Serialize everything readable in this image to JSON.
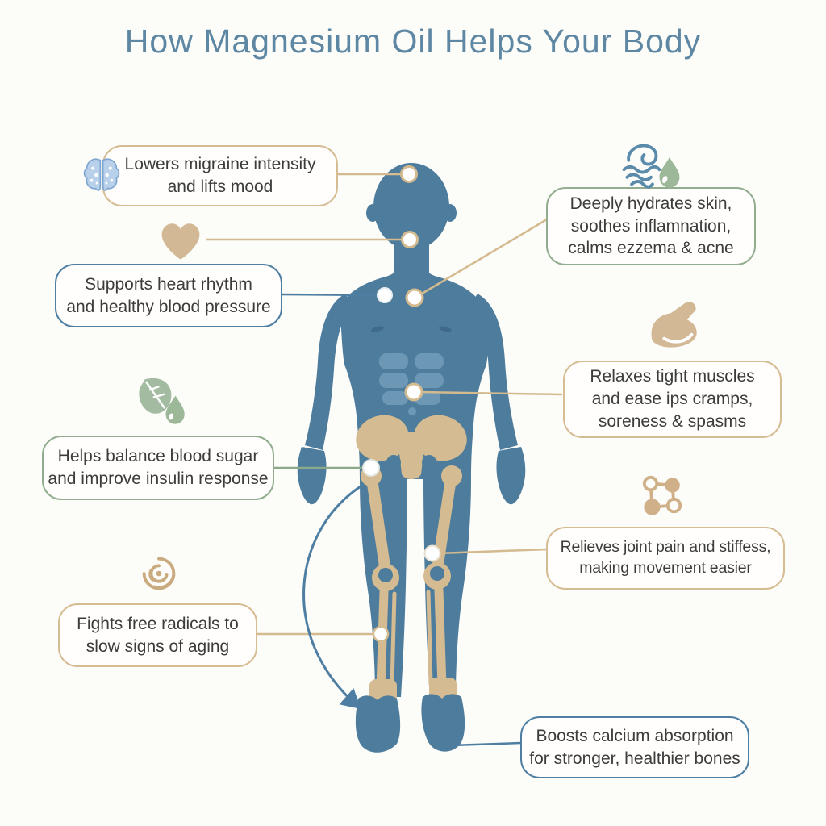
{
  "title": "How Magnesium Oil Helps Your Body",
  "palette": {
    "body_blue": "#4e7c9c",
    "abs_blue": "#74a0bc",
    "bone_tan": "#d5bb92",
    "accent_tan": "#d4ba8f",
    "accent_blue": "#4e7fa3",
    "accent_green": "#8ca989",
    "title_color": "#5d87a3",
    "text_color": "#3c3c3c",
    "brain_blue": "#a9c6e4",
    "leaf_green": "#9eb99b"
  },
  "callouts": {
    "migraine": {
      "icon": "brain-icon",
      "lines": [
        "Lowers migraine intensity",
        "and lifts mood"
      ]
    },
    "heart": {
      "icon": "heart-icon",
      "lines": [
        "Supports heart rhythm",
        "and healthy blood pressure"
      ]
    },
    "blood_sugar": {
      "icon": "leaf-droplet-icon",
      "lines": [
        "Helps balance blood sugar",
        "and improve insulin response"
      ]
    },
    "free_radicals": {
      "icon": "spiral-icon",
      "lines": [
        "Fights free radicals to",
        "slow signs of aging"
      ]
    },
    "skin": {
      "icon": "wave-droplet-icon",
      "lines": [
        "Deeply hydrates skin,",
        "soothes inflamnation,",
        "calms ezzema & acne"
      ]
    },
    "muscles": {
      "icon": "bicep-icon",
      "lines": [
        "Relaxes tight muscles",
        "and ease ips cramps,",
        "soreness & spasms"
      ]
    },
    "joints": {
      "icon": "molecule-icon",
      "lines": [
        "Relieves joint pain and stiffess,",
        "making movement easier"
      ]
    },
    "bones": {
      "icon": "",
      "lines": [
        "Boosts calcium absorption",
        "for stronger, healthier bones"
      ]
    }
  }
}
